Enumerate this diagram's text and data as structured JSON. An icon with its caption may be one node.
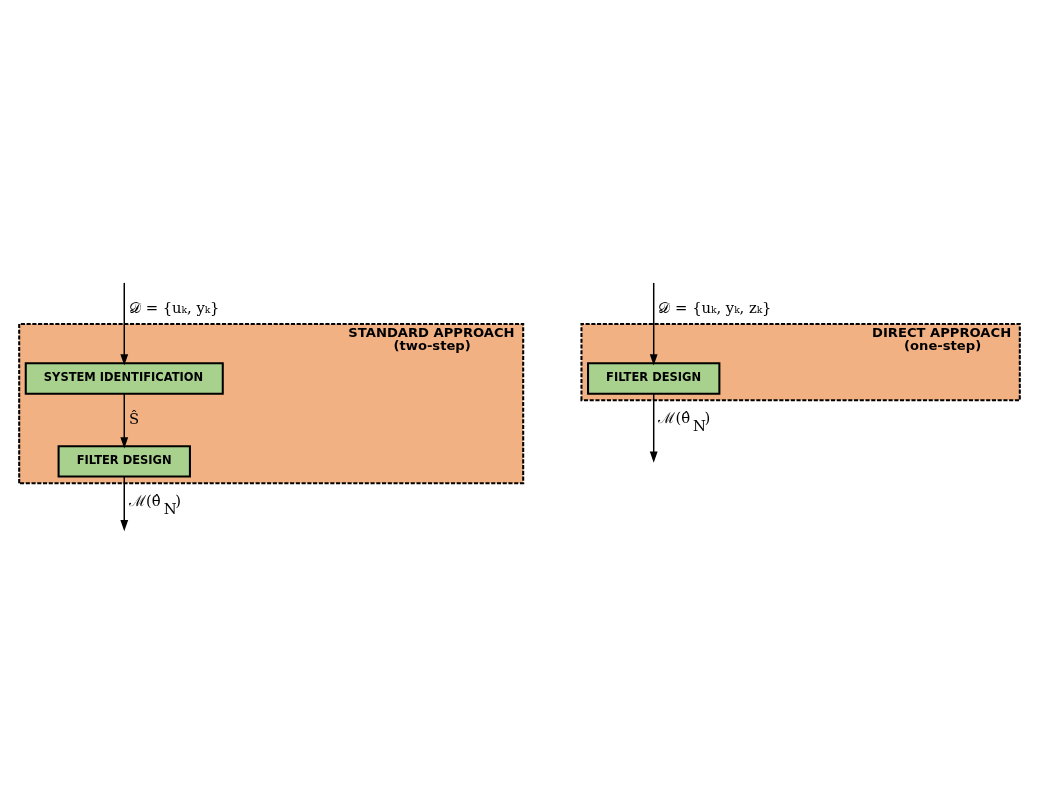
{
  "diagram": {
    "nodes": [
      {
        "text": [
          "STANDARD APPROACH",
          "(two-step)"
        ]
      },
      {
        "text": [
          "SYSTEM IDENTIFICATION"
        ],
        "in": 0
      },
      {
        "text": [
          "FILTER DESIGN"
        ],
        "in": 0
      },
      {
        "text": [
          "DIRECT APPROACH",
          "(one-step)"
        ]
      },
      {
        "text": [
          "FILTER DESIGN"
        ],
        "in": 3
      }
    ],
    "edges": [
      {
        "from": null,
        "to": 1,
        "arrow": "to",
        "label": "𝒟 = {uₖ, yₖ}"
      },
      {
        "from": 1,
        "to": 2,
        "arrow": "to",
        "label": "Ŝ"
      },
      {
        "from": 2,
        "to": null,
        "arrow": "to",
        "label": "ℳ(θ̂$_{N}$)"
      },
      {
        "from": null,
        "to": 4,
        "arrow": "to",
        "label": "𝒟 = {uₖ, yₖ, zₖ}"
      },
      {
        "from": 4,
        "to": null,
        "arrow": "to",
        "label": "ℳ(θ̂$_{N}$)"
      }
    ]
  }
}
